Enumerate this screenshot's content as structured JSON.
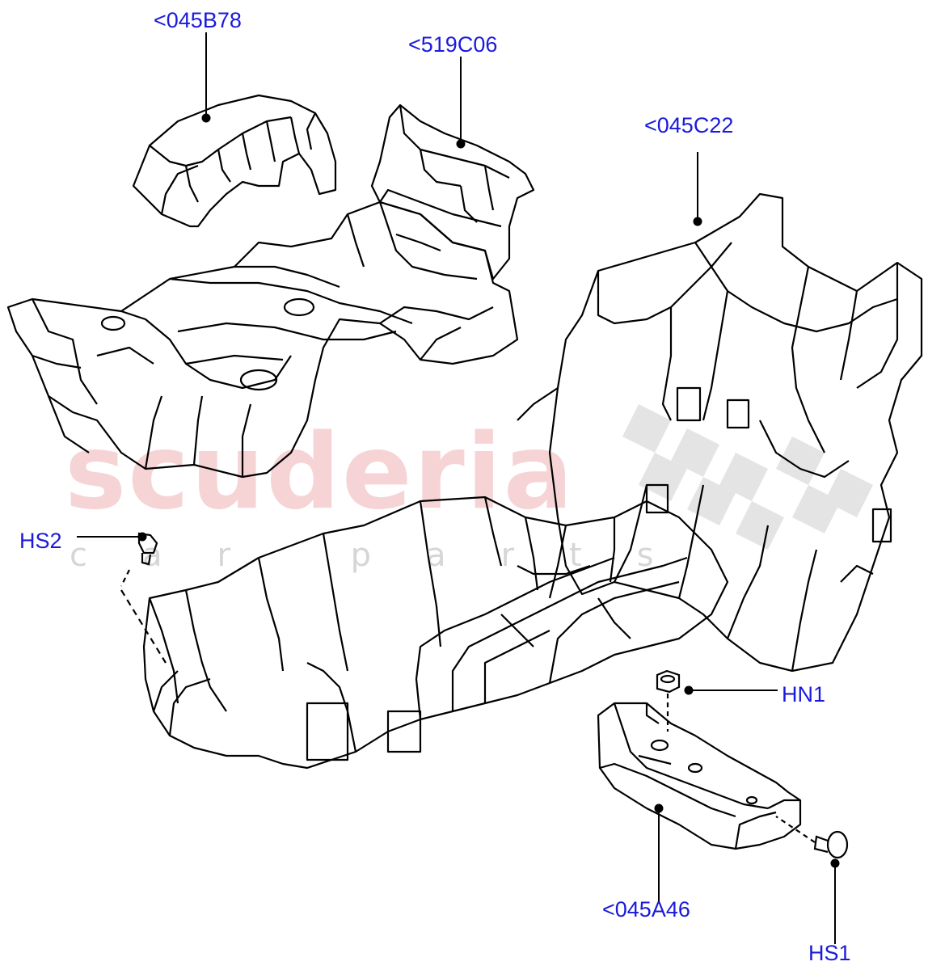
{
  "watermark": {
    "brand": "scuderia",
    "sub": "car parts"
  },
  "callouts": {
    "c045B78": "<045B78",
    "c519C06": "<519C06",
    "c045C22": "<045C22",
    "hs2": "HS2",
    "hn1": "HN1",
    "c045A46": "<045A46",
    "hs1": "HS1"
  },
  "colors": {
    "label": "#1a1adb",
    "line": "#000000",
    "watermark_text": "#f4c6c9",
    "watermark_checker": "#d9d9d9"
  }
}
